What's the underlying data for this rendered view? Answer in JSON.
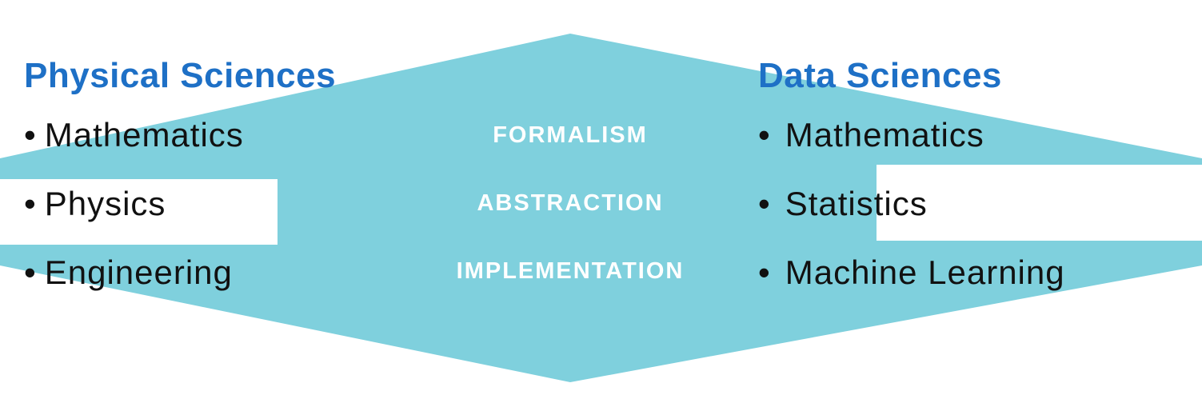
{
  "colors": {
    "shape": "#7fd0dd",
    "background": "#ffffff",
    "heading": "#1e70c6",
    "body": "#111111",
    "center_label": "#ffffff"
  },
  "bullet_char": "•",
  "left_column": {
    "title": "Physical Sciences",
    "items": [
      "Mathematics",
      "Physics",
      "Engineering"
    ]
  },
  "center": {
    "labels": [
      "FORMALISM",
      "ABSTRACTION",
      "IMPLEMENTATION"
    ]
  },
  "right_column": {
    "title": "Data Sciences",
    "items": [
      "Mathematics",
      "Statistics",
      "Machine Learning"
    ]
  }
}
